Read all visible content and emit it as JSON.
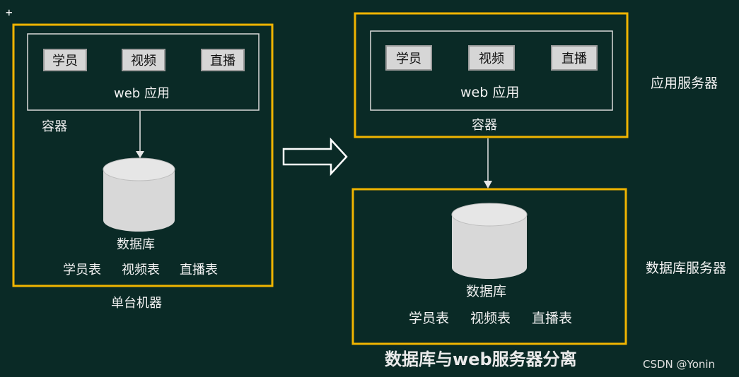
{
  "colors": {
    "background": "#0a2a26",
    "highlight": "#f0b400",
    "outline": "#d9d9d9",
    "button_bg": "#d6d6d6",
    "cylinder": "#d8d8d8"
  },
  "left": {
    "buttons": [
      "学员",
      "视频",
      "直播"
    ],
    "web_label": "web 应用",
    "container_label": "容器",
    "db_label": "数据库",
    "tables": [
      "学员表",
      "视频表",
      "直播表"
    ],
    "caption": "单台机器"
  },
  "right_app": {
    "buttons": [
      "学员",
      "视频",
      "直播"
    ],
    "web_label": "web 应用",
    "container_label": "容器",
    "server_label": "应用服务器"
  },
  "right_db": {
    "db_label": "数据库",
    "tables": [
      "学员表",
      "视频表",
      "直播表"
    ],
    "server_label": "数据库服务器"
  },
  "title": "数据库与web服务器分离",
  "watermark": "CSDN @Yonin",
  "corner_mark": "+"
}
